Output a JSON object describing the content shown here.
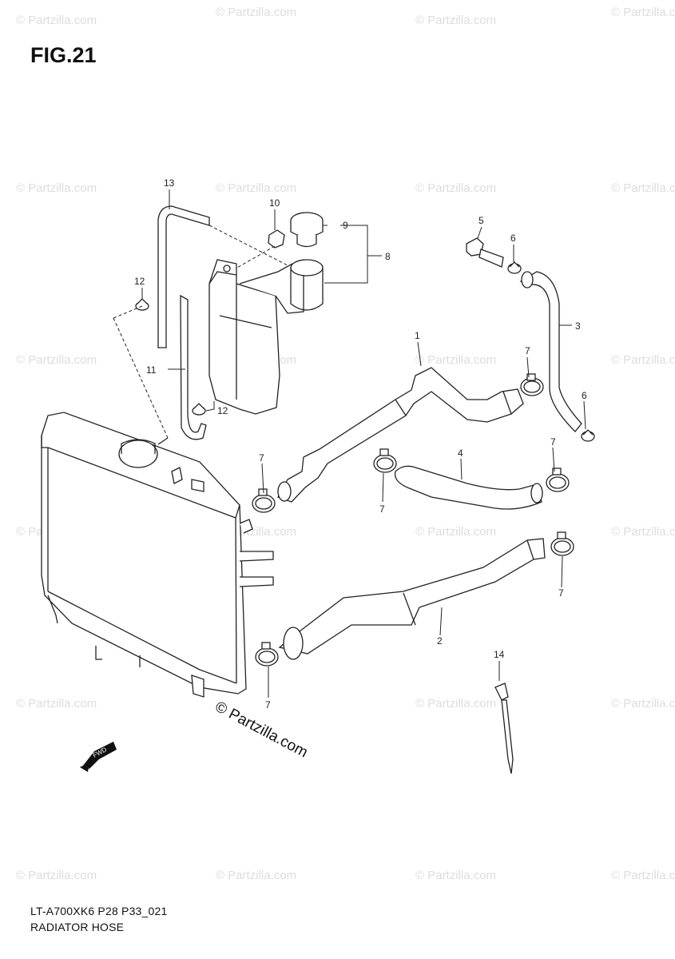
{
  "figure": {
    "title": "FIG.21",
    "code": "LT-A700XK6 P28 P33_021",
    "name": "RADIATOR HOSE"
  },
  "watermark": {
    "text": "© Partzilla.com",
    "big_text": "© Partzilla.com"
  },
  "direction_label": "FWD",
  "callouts": [
    "13",
    "10",
    "9",
    "8",
    "5",
    "6",
    "3",
    "12",
    "11",
    "12",
    "1",
    "7",
    "6",
    "7",
    "4",
    "7",
    "7",
    "7",
    "2",
    "14",
    "7"
  ]
}
